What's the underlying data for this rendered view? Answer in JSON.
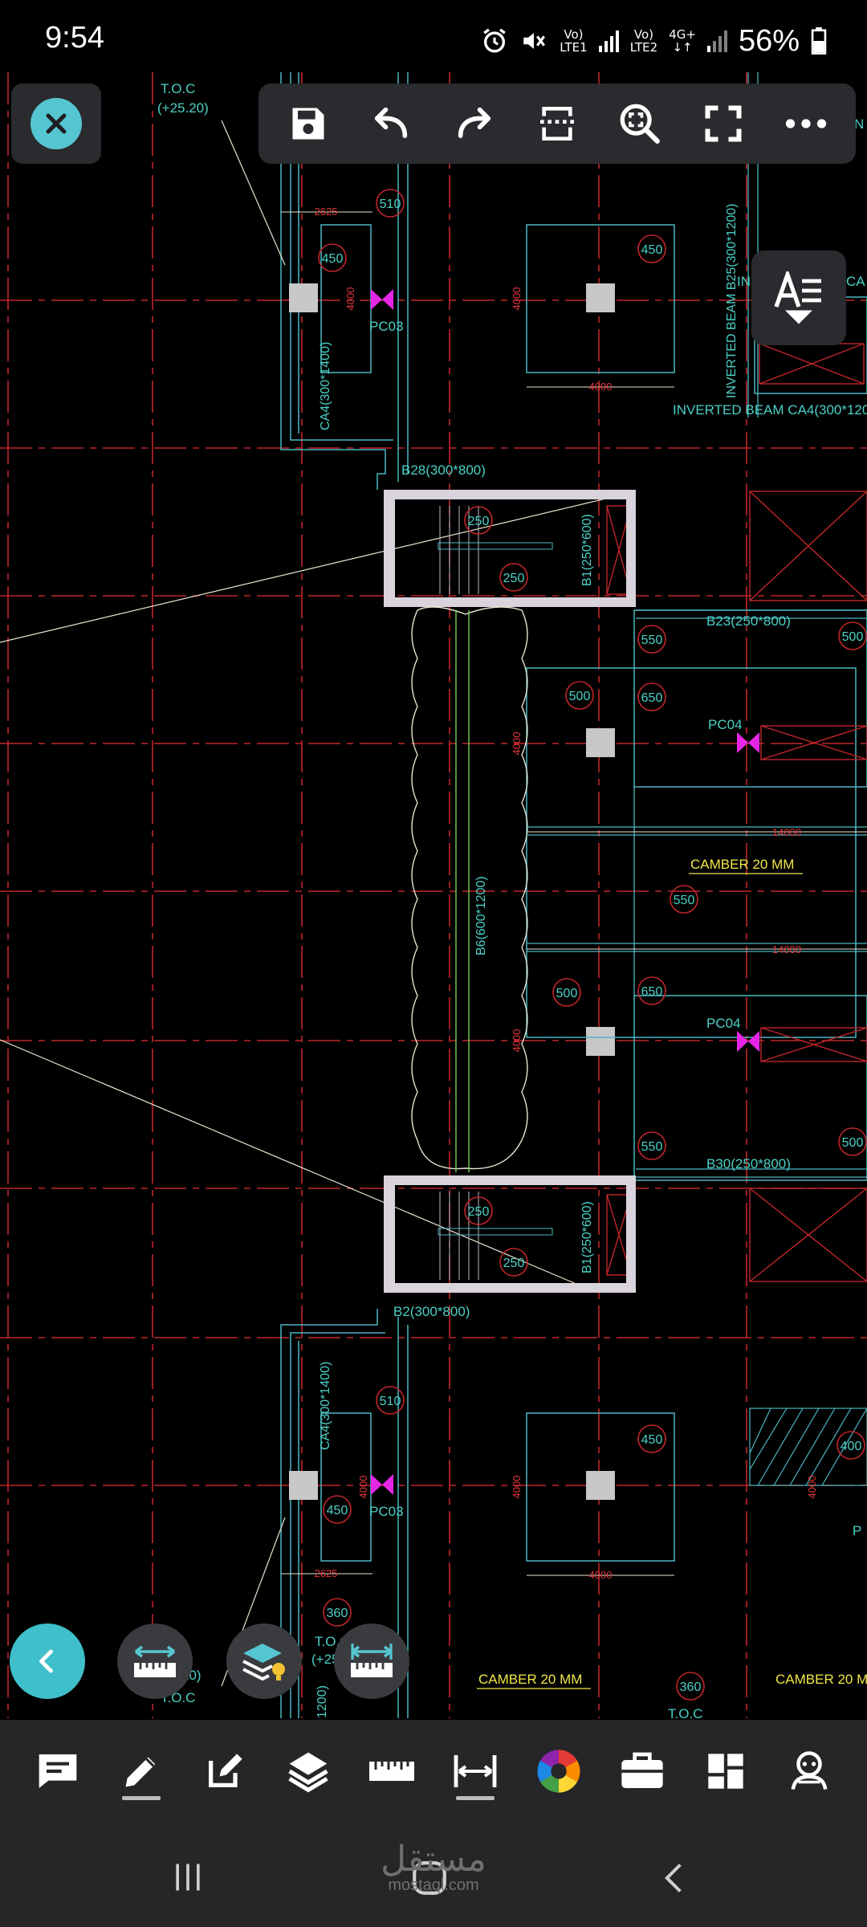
{
  "status": {
    "time": "9:54",
    "sim1": {
      "top": "Vo)",
      "bottom": "LTE1"
    },
    "sim2": {
      "top": "Vo)",
      "bottom": "LTE2"
    },
    "network": "4G+",
    "battery": "56%"
  },
  "toolbar": {
    "icons": [
      "close-icon",
      "save-icon",
      "undo-icon",
      "redo-icon",
      "section-icon",
      "zoom-extents-icon",
      "fullscreen-icon",
      "more-icon"
    ]
  },
  "drawing": {
    "labels": {
      "toc_top": "T.O.C",
      "toc_top_level": "(+25.20)",
      "toc_bottom": "T.O.C",
      "toc_bottom_level": "(+25",
      "toc_left_partial": "20)",
      "toc_left_bottom": "T.O.C",
      "toc_right_bottom": "T.O.C",
      "dim_2625_top": "2625",
      "dim_2625_bottom": "2625",
      "dim_4000_top": "4000",
      "dim_4000_bottom": "4000",
      "dim_14000_a": "14000",
      "dim_14000_b": "14000",
      "v_4000_a": "4000",
      "v_4000_b": "4000",
      "v_4000_c": "4000",
      "v_4000_d": "4000",
      "v_4000_e": "4000",
      "v_4000_f": "4000",
      "v_4000_g": "4000",
      "beam_ca4_top": "CA4(300*1400)",
      "beam_ca4_bottom": "CA4(300*1400)",
      "beam_b25": "INVERTED BEAM B25(300*1200)",
      "beam_ca4_inv": "INVERTED BEAM CA4(300*1200",
      "beam_b28": "B28(300*800)",
      "beam_b1_top": "B1(250*600)",
      "beam_b1_bottom": "B1(250*600)",
      "beam_b23": "B23(250*800)",
      "beam_b6": "B6(600*1200)",
      "beam_b30": "B30(250*800)",
      "beam_b2": "B2(300*800)",
      "beam_1200_bottom": "1200)",
      "pc03_top": "PC03",
      "pc03_bottom": "PC03",
      "pc04_top": "PC04",
      "pc04_bottom": "PC04",
      "camber_mid": "CAMBER 20 MM",
      "camber_bottom": "CAMBER 20 MM",
      "camber_right": "CAMBER 20 M",
      "partial_in": "IN",
      "partial_ca": "CA",
      "partial_p": "P",
      "partial_n": "N"
    },
    "circles": {
      "c510_top": "510",
      "c450_left_top": "450",
      "c450_col_top": "450",
      "c250_a": "250",
      "c250_b": "250",
      "c550_a": "550",
      "c500_a": "500",
      "c650_a": "650",
      "c500_right_a": "500",
      "c550_mid": "550",
      "c500_b": "500",
      "c650_b": "650",
      "c550_b": "550",
      "c500_right_b": "500",
      "c250_c": "250",
      "c250_d": "250",
      "c510_bottom": "510",
      "c450_left_bottom": "450",
      "c450_col_bottom": "450",
      "c400_right": "400",
      "c360_a": "360",
      "c360_b": "360"
    }
  },
  "floating": {
    "icons": [
      "back-icon",
      "measure-icon",
      "layers-icon",
      "measure-icon"
    ]
  },
  "bottom_toolbar": {
    "icons": [
      "comment-icon",
      "pencil-icon",
      "edit-icon",
      "layers-icon",
      "ruler-icon",
      "dimension-icon",
      "color-wheel-icon",
      "toolbox-icon",
      "dashboard-icon",
      "avatar-icon"
    ]
  },
  "watermark": {
    "arabic": "مستقل",
    "latin": "mostaql.com"
  }
}
